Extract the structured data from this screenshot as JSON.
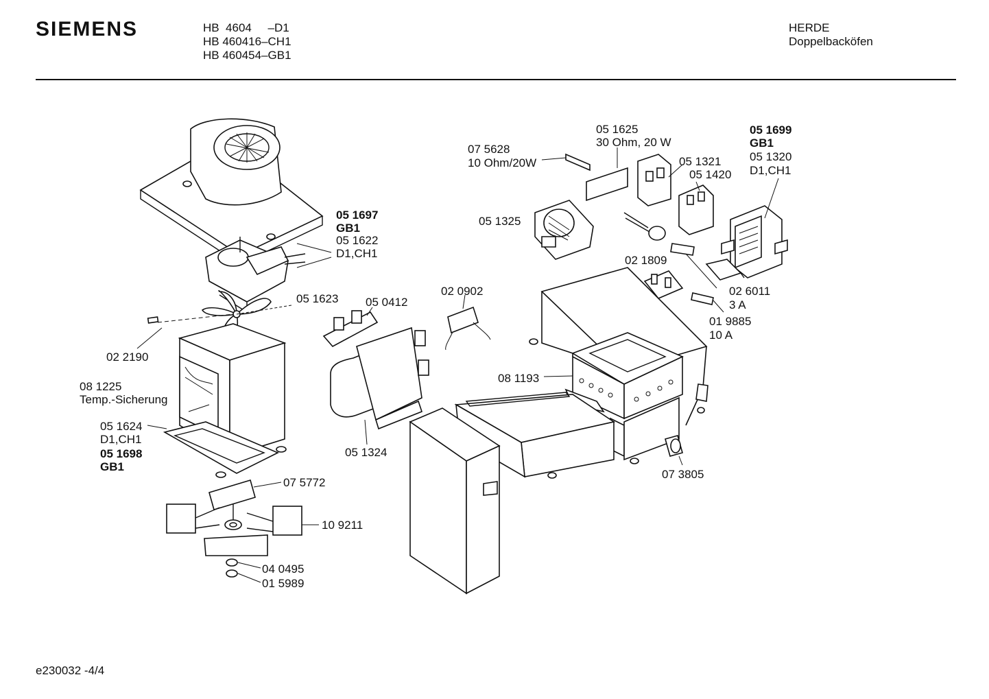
{
  "header": {
    "brand": "SIEMENS",
    "models": [
      "HB  4604     –D1",
      "HB 460416–CH1",
      "HB 460454–GB1"
    ],
    "category": "HERDE",
    "subcategory": "Doppelbacköfen"
  },
  "labels": {
    "p051697": "05 1697",
    "p051697_var": "GB1",
    "p051622": "05 1622",
    "p051622_var": "D1,CH1",
    "p051623": "05 1623",
    "p022190": "02 2190",
    "p081225": "08 1225",
    "p081225_desc": "Temp.-Sicherung",
    "p051624": "05 1624",
    "p051624_var": "D1,CH1",
    "p051698": "05 1698",
    "p051698_var": "GB1",
    "p075772": "07 5772",
    "p109211": "10 9211",
    "p040495": "04 0495",
    "p015989": "01 5989",
    "p050412": "05 0412",
    "p020902": "02 0902",
    "p051324": "05 1324",
    "p075628": "07 5628",
    "p075628_desc": "10 Ohm/20W",
    "p051625": "05 1625",
    "p051625_desc": "30 Ohm, 20 W",
    "p051325": "05 1325",
    "p051321": "05 1321",
    "p051420": "05 1420",
    "p051699": "05 1699",
    "p051699_var": "GB1",
    "p051320": "05 1320",
    "p051320_var": "D1,CH1",
    "p021809": "02 1809",
    "p026011": "02 6011",
    "p026011_desc": "3 A",
    "p019885": "01 9885",
    "p019885_desc": "10 A",
    "p081193": "08 1193",
    "p073805": "07 3805"
  },
  "footer": {
    "code": "e230032 -4/4"
  }
}
